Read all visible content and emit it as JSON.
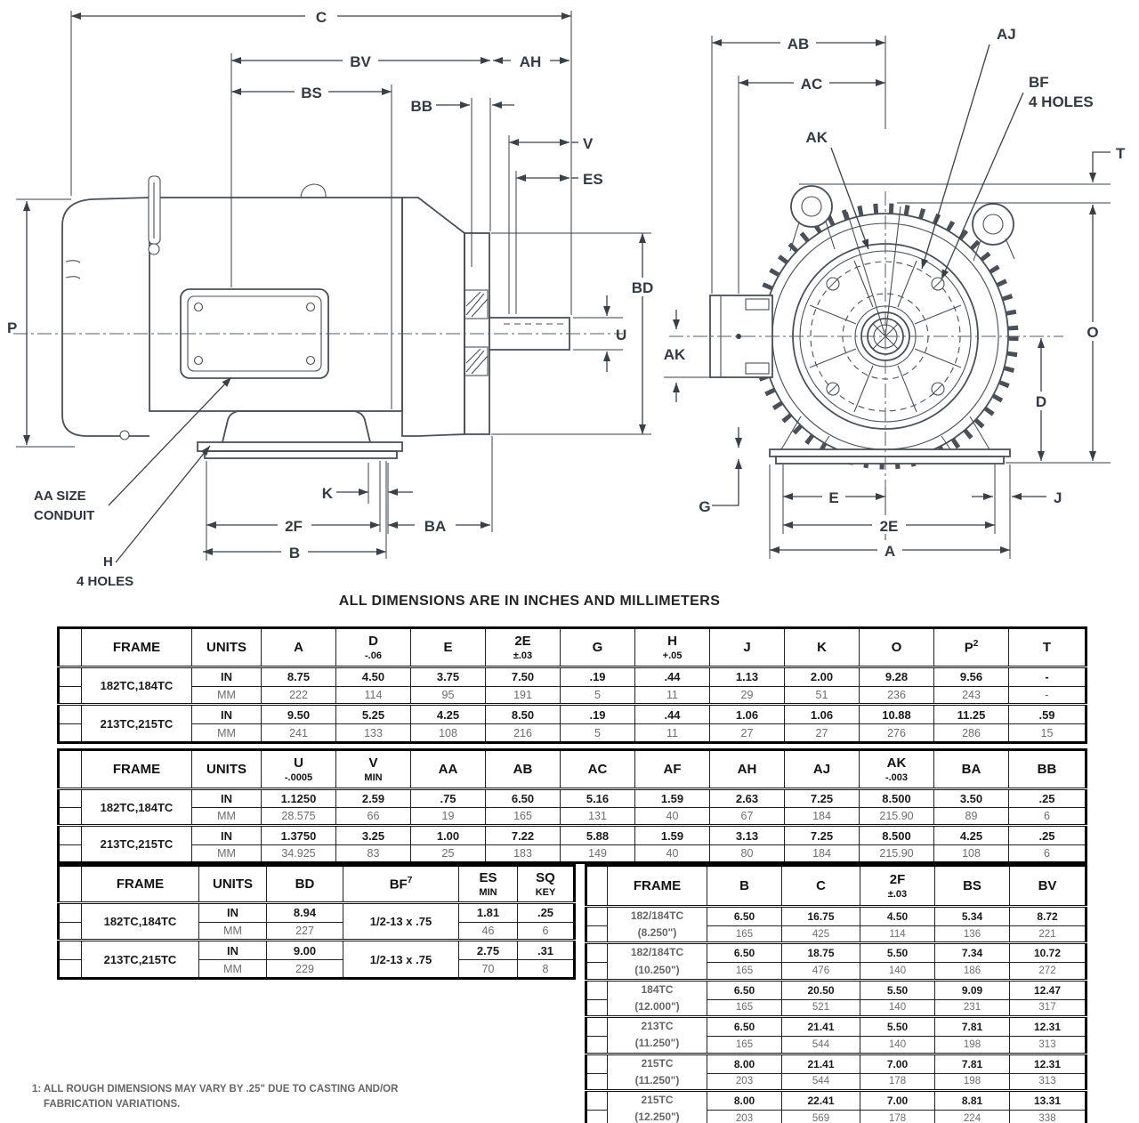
{
  "section_title": "ALL DIMENSIONS ARE IN INCHES AND MILLIMETERS",
  "footnote": {
    "line1": "1: ALL ROUGH DIMENSIONS MAY VARY BY .25\" DUE TO CASTING AND/OR",
    "line2": "FABRICATION VARIATIONS."
  },
  "diagram": {
    "side_view": {
      "c": "C",
      "bv": "BV",
      "ah": "AH",
      "bs": "BS",
      "bb": "BB",
      "v": "V",
      "es": "ES",
      "bd": "BD",
      "u": "U",
      "p": "P",
      "k": "K",
      "f2": "2F",
      "ba": "BA",
      "b": "B",
      "aa_line1": "AA SIZE",
      "aa_line2": "CONDUIT",
      "h_line1": "H",
      "h_line2": "4 HOLES"
    },
    "end_view": {
      "ab": "AB",
      "ac": "AC",
      "aj": "AJ",
      "bf_line1": "BF",
      "bf_line2": "4 HOLES",
      "ak_top": "AK",
      "t": "T",
      "o": "O",
      "d": "D",
      "ak_left": "AK",
      "g": "G",
      "e": "E",
      "e2": "2E",
      "a": "A",
      "j": "J"
    }
  },
  "tables": {
    "table1": {
      "headers": [
        {
          "main": "FRAME"
        },
        {
          "main": "UNITS"
        },
        {
          "main": "A"
        },
        {
          "main": "D",
          "sub": "-.06"
        },
        {
          "main": "E"
        },
        {
          "main": "2E",
          "sub": "±.03"
        },
        {
          "main": "G"
        },
        {
          "main": "H",
          "sub": "+.05"
        },
        {
          "main": "J"
        },
        {
          "main": "K"
        },
        {
          "main": "O"
        },
        {
          "main": "P",
          "sup": "2"
        },
        {
          "main": "T"
        }
      ],
      "groups": [
        {
          "frame": "182TC,184TC",
          "rows": [
            {
              "units": "IN",
              "values": [
                "8.75",
                "4.50",
                "3.75",
                "7.50",
                ".19",
                ".44",
                "1.13",
                "2.00",
                "9.28",
                "9.56",
                "-"
              ]
            },
            {
              "units": "MM",
              "values": [
                "222",
                "114",
                "95",
                "191",
                "5",
                "11",
                "29",
                "51",
                "236",
                "243",
                "-"
              ]
            }
          ]
        },
        {
          "frame": "213TC,215TC",
          "rows": [
            {
              "units": "IN",
              "values": [
                "9.50",
                "5.25",
                "4.25",
                "8.50",
                ".19",
                ".44",
                "1.06",
                "1.06",
                "10.88",
                "11.25",
                ".59"
              ]
            },
            {
              "units": "MM",
              "values": [
                "241",
                "133",
                "108",
                "216",
                "5",
                "11",
                "27",
                "27",
                "276",
                "286",
                "15"
              ]
            }
          ]
        }
      ]
    },
    "table2": {
      "headers": [
        {
          "main": "FRAME"
        },
        {
          "main": "UNITS"
        },
        {
          "main": "U",
          "sub": "-.0005"
        },
        {
          "main": "V",
          "sub": "MIN"
        },
        {
          "main": "AA"
        },
        {
          "main": "AB"
        },
        {
          "main": "AC"
        },
        {
          "main": "AF"
        },
        {
          "main": "AH"
        },
        {
          "main": "AJ"
        },
        {
          "main": "AK",
          "sub": "-.003"
        },
        {
          "main": "BA"
        },
        {
          "main": "BB"
        }
      ],
      "groups": [
        {
          "frame": "182TC,184TC",
          "rows": [
            {
              "units": "IN",
              "values": [
                "1.1250",
                "2.59",
                ".75",
                "6.50",
                "5.16",
                "1.59",
                "2.63",
                "7.25",
                "8.500",
                "3.50",
                ".25"
              ]
            },
            {
              "units": "MM",
              "values": [
                "28.575",
                "66",
                "19",
                "165",
                "131",
                "40",
                "67",
                "184",
                "215.90",
                "89",
                "6"
              ]
            }
          ]
        },
        {
          "frame": "213TC,215TC",
          "rows": [
            {
              "units": "IN",
              "values": [
                "1.3750",
                "3.25",
                "1.00",
                "7.22",
                "5.88",
                "1.59",
                "3.13",
                "7.25",
                "8.500",
                "4.25",
                ".25"
              ]
            },
            {
              "units": "MM",
              "values": [
                "34.925",
                "83",
                "25",
                "183",
                "149",
                "40",
                "80",
                "184",
                "215.90",
                "108",
                "6"
              ]
            }
          ]
        }
      ]
    },
    "table3": {
      "span_col": 1,
      "headers": [
        {
          "main": "FRAME"
        },
        {
          "main": "UNITS"
        },
        {
          "main": "BD"
        },
        {
          "main": "BF",
          "sup": "7"
        },
        {
          "main": "ES",
          "sub": "MIN"
        },
        {
          "main": "SQ",
          "sub": "KEY"
        }
      ],
      "groups": [
        {
          "frame": "182TC,184TC",
          "span_value": "1/2-13 x .75",
          "rows": [
            {
              "units": "IN",
              "values": [
                "8.94",
                "1.81",
                ".25"
              ]
            },
            {
              "units": "MM",
              "values": [
                "227",
                "46",
                "6"
              ]
            }
          ]
        },
        {
          "frame": "213TC,215TC",
          "span_value": "1/2-13 x .75",
          "rows": [
            {
              "units": "IN",
              "values": [
                "9.00",
                "2.75",
                ".31"
              ]
            },
            {
              "units": "MM",
              "values": [
                "229",
                "70",
                "8"
              ]
            }
          ]
        }
      ]
    },
    "table4": {
      "headers": [
        {
          "main": "FRAME"
        },
        {
          "main": "B"
        },
        {
          "main": "C"
        },
        {
          "main": "2F",
          "sub": "±.03"
        },
        {
          "main": "BS"
        },
        {
          "main": "BV"
        }
      ],
      "groups": [
        {
          "frame_lines": [
            "182/184TC",
            "(8.250\")"
          ],
          "rows": [
            {
              "values": [
                "6.50",
                "16.75",
                "4.50",
                "5.34",
                "8.72"
              ]
            },
            {
              "values": [
                "165",
                "425",
                "114",
                "136",
                "221"
              ]
            }
          ]
        },
        {
          "frame_lines": [
            "182/184TC",
            "(10.250\")"
          ],
          "rows": [
            {
              "values": [
                "6.50",
                "18.75",
                "5.50",
                "7.34",
                "10.72"
              ]
            },
            {
              "values": [
                "165",
                "476",
                "140",
                "186",
                "272"
              ]
            }
          ]
        },
        {
          "frame_lines": [
            "184TC",
            "(12.000\")"
          ],
          "rows": [
            {
              "values": [
                "6.50",
                "20.50",
                "5.50",
                "9.09",
                "12.47"
              ]
            },
            {
              "values": [
                "165",
                "521",
                "140",
                "231",
                "317"
              ]
            }
          ]
        },
        {
          "frame_lines": [
            "213TC",
            "(11.250\")"
          ],
          "rows": [
            {
              "values": [
                "6.50",
                "21.41",
                "5.50",
                "7.81",
                "12.31"
              ]
            },
            {
              "values": [
                "165",
                "544",
                "140",
                "198",
                "313"
              ]
            }
          ]
        },
        {
          "frame_lines": [
            "215TC",
            "(11.250\")"
          ],
          "rows": [
            {
              "values": [
                "8.00",
                "21.41",
                "7.00",
                "7.81",
                "12.31"
              ]
            },
            {
              "values": [
                "203",
                "544",
                "178",
                "198",
                "313"
              ]
            }
          ]
        },
        {
          "frame_lines": [
            "215TC",
            "(12.250\")"
          ],
          "rows": [
            {
              "values": [
                "8.00",
                "22.41",
                "7.00",
                "8.81",
                "13.31"
              ]
            },
            {
              "values": [
                "203",
                "569",
                "178",
                "224",
                "338"
              ]
            }
          ]
        }
      ]
    }
  }
}
